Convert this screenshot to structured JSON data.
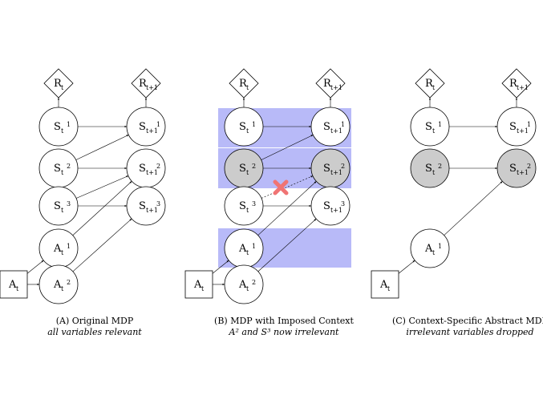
{
  "colors": {
    "highlight": "#b8baf8",
    "shaded_node": "#cccccc",
    "plain_node": "#ffffff",
    "cross": "#f07474"
  },
  "panels": [
    {
      "id": "a",
      "caption": "(A) Original MDP",
      "subcaption": "all variables relevant",
      "nodes": [
        {
          "id": "R0",
          "base": "R",
          "sub": "t",
          "sup": ""
        },
        {
          "id": "R1",
          "base": "R",
          "sub": "t+1",
          "sup": ""
        },
        {
          "id": "S10",
          "base": "S",
          "sub": "t",
          "sup": "1"
        },
        {
          "id": "S11",
          "base": "S",
          "sub": "t+1",
          "sup": "1"
        },
        {
          "id": "S20",
          "base": "S",
          "sub": "t",
          "sup": "2"
        },
        {
          "id": "S21",
          "base": "S",
          "sub": "t+1",
          "sup": "2"
        },
        {
          "id": "S30",
          "base": "S",
          "sub": "t",
          "sup": "3"
        },
        {
          "id": "S31",
          "base": "S",
          "sub": "t+1",
          "sup": "3"
        },
        {
          "id": "A1",
          "base": "A",
          "sub": "t",
          "sup": "1"
        },
        {
          "id": "A2",
          "base": "A",
          "sub": "t",
          "sup": "2"
        },
        {
          "id": "At",
          "base": "A",
          "sub": "t",
          "sup": ""
        }
      ]
    },
    {
      "id": "b",
      "caption": "(B) MDP with Imposed Context",
      "subcaption": "A² and S³ now irrelevant",
      "nodes": [
        {
          "id": "R0",
          "base": "R",
          "sub": "t",
          "sup": ""
        },
        {
          "id": "R1",
          "base": "R",
          "sub": "t+1",
          "sup": ""
        },
        {
          "id": "S10",
          "base": "S",
          "sub": "t",
          "sup": "1"
        },
        {
          "id": "S11",
          "base": "S",
          "sub": "t+1",
          "sup": "1"
        },
        {
          "id": "S20",
          "base": "S",
          "sub": "t",
          "sup": "2"
        },
        {
          "id": "S21",
          "base": "S",
          "sub": "t+1",
          "sup": "2"
        },
        {
          "id": "S30",
          "base": "S",
          "sub": "t",
          "sup": "3"
        },
        {
          "id": "S31",
          "base": "S",
          "sub": "t+1",
          "sup": "3"
        },
        {
          "id": "A1",
          "base": "A",
          "sub": "t",
          "sup": "1"
        },
        {
          "id": "A2",
          "base": "A",
          "sub": "t",
          "sup": "2"
        },
        {
          "id": "At",
          "base": "A",
          "sub": "t",
          "sup": ""
        }
      ]
    },
    {
      "id": "c",
      "caption": "(C) Context-Specific Abstract MDP",
      "subcaption": "irrelevant variables dropped",
      "nodes": [
        {
          "id": "R0",
          "base": "R",
          "sub": "t",
          "sup": ""
        },
        {
          "id": "R1",
          "base": "R",
          "sub": "t+1",
          "sup": ""
        },
        {
          "id": "S10",
          "base": "S",
          "sub": "t",
          "sup": "1"
        },
        {
          "id": "S11",
          "base": "S",
          "sub": "t+1",
          "sup": "1"
        },
        {
          "id": "S20",
          "base": "S",
          "sub": "t",
          "sup": "2"
        },
        {
          "id": "S21",
          "base": "S",
          "sub": "t+1",
          "sup": "2"
        },
        {
          "id": "A1",
          "base": "A",
          "sub": "t",
          "sup": "1"
        },
        {
          "id": "At",
          "base": "A",
          "sub": "t",
          "sup": ""
        }
      ]
    }
  ]
}
